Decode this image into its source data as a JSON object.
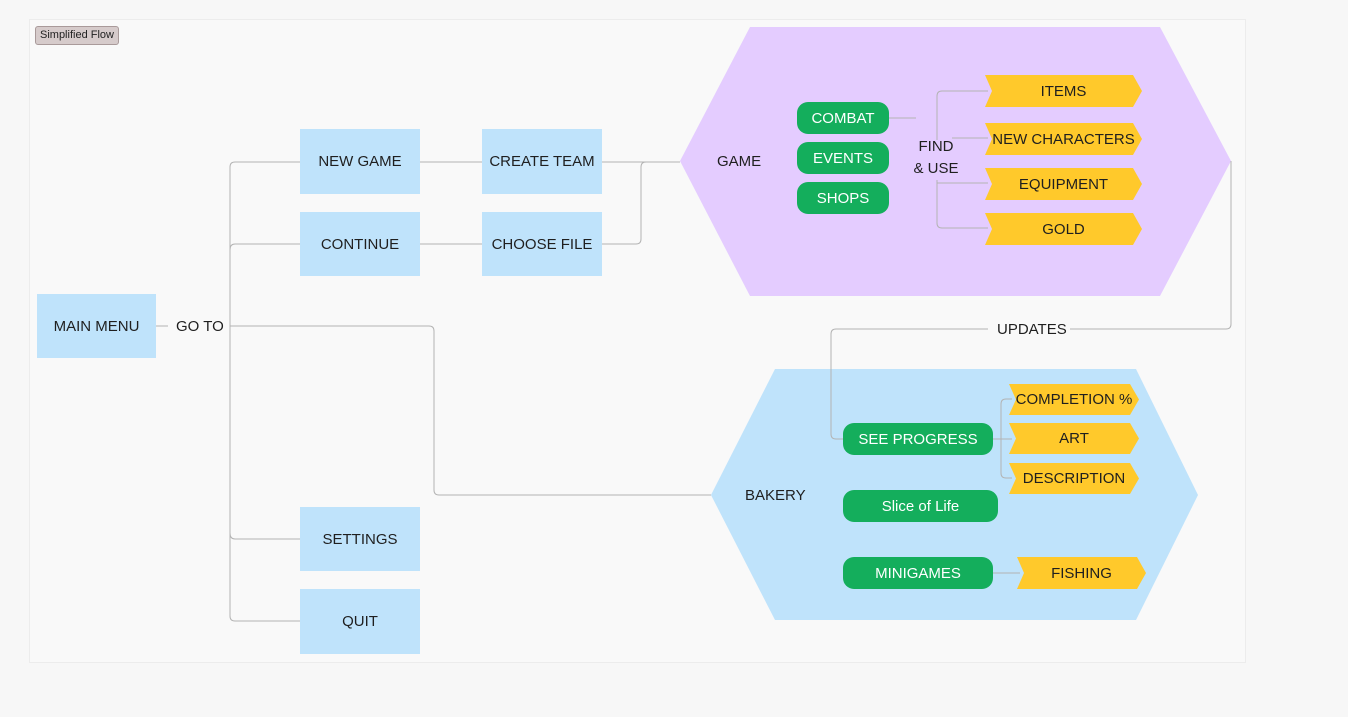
{
  "tag": "Simplified Flow",
  "main_menu": "MAIN MENU",
  "go_to": "GO TO",
  "menu_options": {
    "new_game": "NEW GAME",
    "continue": "CONTINUE",
    "settings": "SETTINGS",
    "quit": "QUIT"
  },
  "steps": {
    "create_team": "CREATE TEAM",
    "choose_file": "CHOOSE FILE"
  },
  "game": {
    "label": "GAME",
    "activities": [
      "COMBAT",
      "EVENTS",
      "SHOPS"
    ],
    "find_use_line1": "FIND",
    "find_use_line2": "& USE",
    "rewards": [
      "ITEMS",
      "NEW CHARACTERS",
      "EQUIPMENT",
      "GOLD"
    ]
  },
  "updates": "UPDATES",
  "bakery": {
    "label": "BAKERY",
    "see_progress": "SEE PROGRESS",
    "progress_items": [
      "COMPLETION %",
      "ART",
      "DESCRIPTION"
    ],
    "slice_of_life": "Slice of Life",
    "minigames": "MINIGAMES",
    "fishing": "FISHING"
  },
  "colors": {
    "box": "#bfe3fb",
    "pill": "#14ae5c",
    "flag": "#ffc92b",
    "game_hex": "#e4ccff",
    "bakery_hex": "#bfe3fb",
    "connector": "#b3b3b3"
  }
}
